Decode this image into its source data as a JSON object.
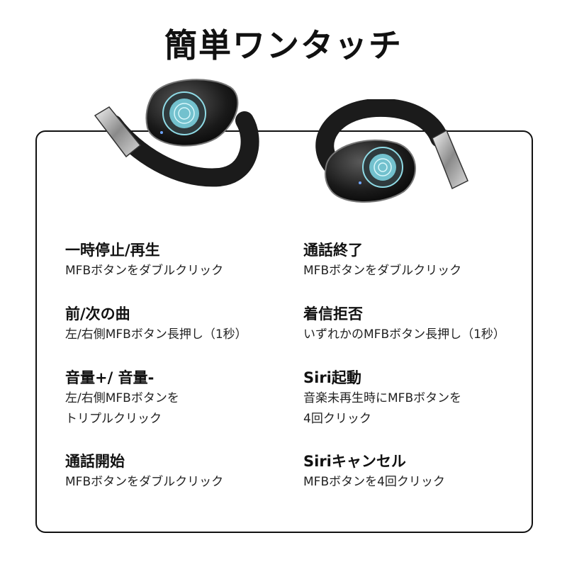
{
  "page_title": "簡単ワンタッチ",
  "colors": {
    "text": "#111111",
    "panel_border": "#111111",
    "touch_pad": "#7fd9e8"
  },
  "icons": [
    "left-earbud-icon",
    "right-earbud-icon"
  ],
  "controls": [
    {
      "title": "一時停止/再生",
      "desc": [
        "MFBボタンをダブルクリック"
      ]
    },
    {
      "title": "通話終了",
      "desc": [
        "MFBボタンをダブルクリック"
      ]
    },
    {
      "title": "前/次の曲",
      "desc": [
        "左/右側MFBボタン長押し（1秒）"
      ]
    },
    {
      "title": "着信拒否",
      "desc": [
        "いずれかのMFBボタン長押し（1秒）"
      ]
    },
    {
      "title": "音量+/ 音量-",
      "desc": [
        "左/右側MFBボタンを",
        "トリプルクリック"
      ]
    },
    {
      "title": "Siri起動",
      "desc": [
        "音楽未再生時にMFBボタンを",
        "4回クリック"
      ]
    },
    {
      "title": "通話開始",
      "desc": [
        "MFBボタンをダブルクリック"
      ]
    },
    {
      "title": "Siriキャンセル",
      "desc": [
        "MFBボタンを4回クリック"
      ]
    }
  ]
}
